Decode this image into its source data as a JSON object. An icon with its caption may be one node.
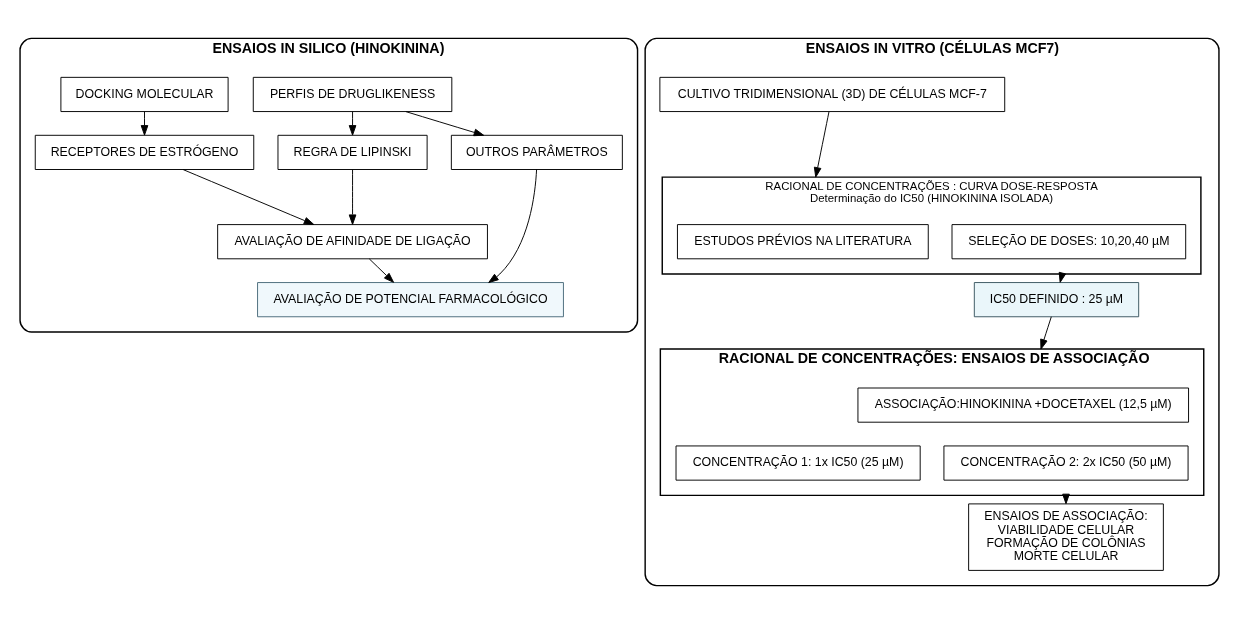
{
  "diagram": {
    "nodes": [
      {
        "text": [
          "ENSAIOS IN SILICO (HINOKININA)"
        ]
      },
      {
        "text": [
          "DOCKING MOLECULAR"
        ],
        "in": 0
      },
      {
        "text": [
          "PERFIS DE DRUGLIKENESS"
        ],
        "in": 0
      },
      {
        "text": [
          "RECEPTORES DE ESTRÓGENO"
        ],
        "in": 0
      },
      {
        "text": [
          "REGRA DE LIPINSKI"
        ],
        "in": 0
      },
      {
        "text": [
          "OUTROS PARÂMETROS"
        ],
        "in": 0
      },
      {
        "text": [
          "AVALIAÇÃO DE AFINIDADE DE LIGAÇÃO"
        ],
        "in": 0
      },
      {
        "text": [
          "AVALIAÇÃO DE POTENCIAL FARMACOLÓGICO"
        ],
        "in": 0
      },
      {
        "text": [
          "ENSAIOS IN VITRO (CÉLULAS MCF7)"
        ]
      },
      {
        "text": [
          "CULTIVO TRIDIMENSIONAL (3D) DE CÉLULAS MCF-7"
        ],
        "in": 8
      },
      {
        "text": [
          "RACIONAL DE CONCENTRAÇÕES : CURVA DOSE-RESPOSTA",
          "Determinação do IC50 (HINOKININA ISOLADA)"
        ],
        "in": 8
      },
      {
        "text": [
          "ESTUDOS PRÉVIOS NA LITERATURA"
        ],
        "in": 10
      },
      {
        "text": [
          "SELEÇÃO DE DOSES: 10,20,40 µM"
        ],
        "in": 10
      },
      {
        "text": [
          "IC50 DEFINIDO : 25 µM"
        ],
        "in": 8
      },
      {
        "text": [
          "RACIONAL DE CONCENTRAÇÕES: ENSAIOS DE ASSOCIAÇÃO"
        ],
        "in": 8
      },
      {
        "text": [
          "ASSOCIAÇÃO:HINOKININA +DOCETAXEL (12,5 µM)"
        ],
        "in": 14
      },
      {
        "text": [
          "CONCENTRAÇÃO 1: 1x IC50 (25 µM)"
        ],
        "in": 14
      },
      {
        "text": [
          "CONCENTRAÇÃO 2: 2x IC50 (50 µM)"
        ],
        "in": 14
      },
      {
        "text": [
          "ENSAIOS DE ASSOCIAÇÃO:",
          "VIABILIDADE CELULAR",
          "FORMAÇÃO DE COLÔNIAS",
          "MORTE CELULAR"
        ],
        "in": 8
      }
    ],
    "edges": [
      {
        "from": 1,
        "to": 3,
        "arrow": "to"
      },
      {
        "from": 2,
        "to": 4,
        "arrow": "to"
      },
      {
        "from": 2,
        "to": 5,
        "arrow": "to"
      },
      {
        "from": 3,
        "to": 6,
        "arrow": "to"
      },
      {
        "from": 4,
        "to": 6,
        "arrow": "to"
      },
      {
        "from": 6,
        "to": 7,
        "arrow": "to"
      },
      {
        "from": 5,
        "to": 7,
        "arrow": "to"
      },
      {
        "from": 9,
        "to": 10,
        "arrow": "to"
      },
      {
        "from": 10,
        "to": 13,
        "arrow": "to"
      },
      {
        "from": 13,
        "to": 14,
        "arrow": "to"
      },
      {
        "from": 14,
        "to": 18,
        "arrow": "to"
      }
    ]
  }
}
